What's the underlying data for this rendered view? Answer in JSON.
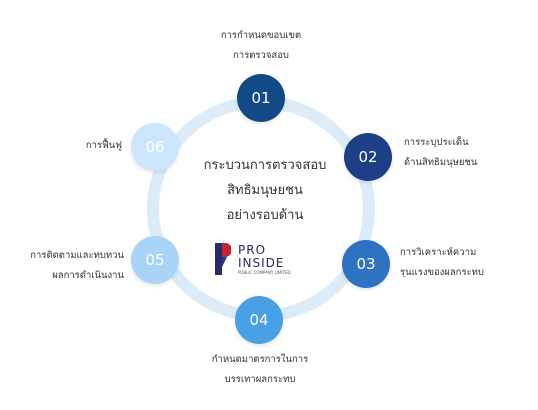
{
  "center": {
    "lines": [
      "กระบวนการตรวจสอบ",
      "สิทธิมนุษยชน",
      "อย่างรอบด้าน"
    ]
  },
  "logo": {
    "line1": "PRO",
    "line2": "INSIDE",
    "tagline": "PUBLIC COMPANY LIMITED"
  },
  "steps": [
    {
      "number": "01",
      "label_lines": [
        "การกำหนดขอบเขต",
        "การตรวจสอบ"
      ],
      "color": "#114a86"
    },
    {
      "number": "02",
      "label_lines": [
        "การระบุประเด็น",
        "ด้านสิทธิมนุษยชน"
      ],
      "color": "#1d3f88"
    },
    {
      "number": "03",
      "label_lines": [
        "การวิเคราะห์ความ",
        "รุนแรงของผลกระทบ"
      ],
      "color": "#2e73c3"
    },
    {
      "number": "04",
      "label_lines": [
        "กำหนดมาตรการในการ",
        "บรรเทาผลกระทบ"
      ],
      "color": "#4aa0e4"
    },
    {
      "number": "05",
      "label_lines": [
        "การติดตามและทบทวน",
        "ผลการดำเนินงาน"
      ],
      "color": "#a9d3f7"
    },
    {
      "number": "06",
      "label_lines": [
        "การฟื้นฟู"
      ],
      "color": "#cde5fa"
    }
  ]
}
